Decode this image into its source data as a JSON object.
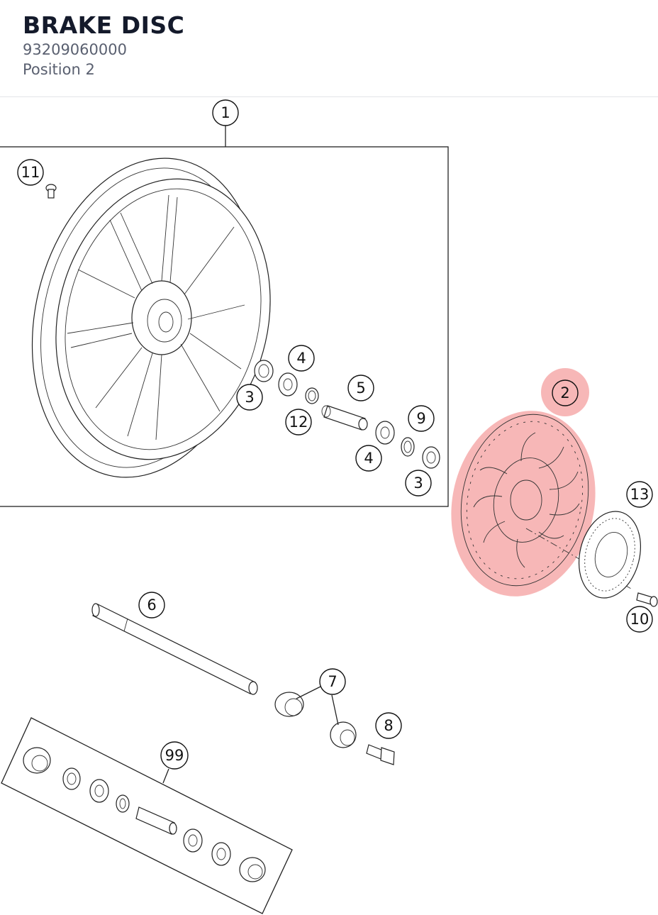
{
  "header": {
    "title": "BRAKE DISC",
    "part_number": "93209060000",
    "position": "Position 2"
  },
  "highlight": {
    "color": "#f07b7b",
    "selected_callout": "2"
  },
  "callouts": {
    "c1": "1",
    "c2": "2",
    "c3a": "3",
    "c3b": "3",
    "c4a": "4",
    "c4b": "4",
    "c5": "5",
    "c6": "6",
    "c7": "7",
    "c8": "8",
    "c9": "9",
    "c10": "10",
    "c11": "11",
    "c12": "12",
    "c13": "13",
    "c99": "99"
  }
}
